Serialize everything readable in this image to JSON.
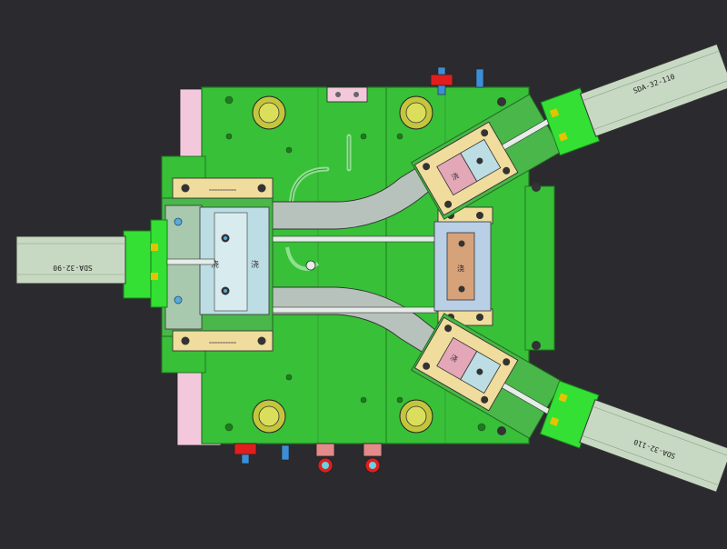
{
  "cylinders": {
    "left": {
      "label": "SDA-32-90"
    },
    "upper_right": {
      "label": "SDA-32-110"
    },
    "lower_right": {
      "label": "SDA-32-110"
    }
  },
  "slide_marks": {
    "left_a": "浇",
    "left_b": "浇",
    "upper": "浇",
    "lower": "浇",
    "center": "浇"
  },
  "colors": {
    "background": "#2b2b2f",
    "mold_plate": "#38c038",
    "mold_edge": "#1e7a1e",
    "clamp_green": "#33e033",
    "cylinder_body": "#c8d9c3",
    "slider_yellow": "#f0dc9c",
    "slider_cyan": "#bcdde4",
    "runner": "#b8c2bc",
    "pink": "#f4c8dc",
    "bolt": "#333333"
  }
}
